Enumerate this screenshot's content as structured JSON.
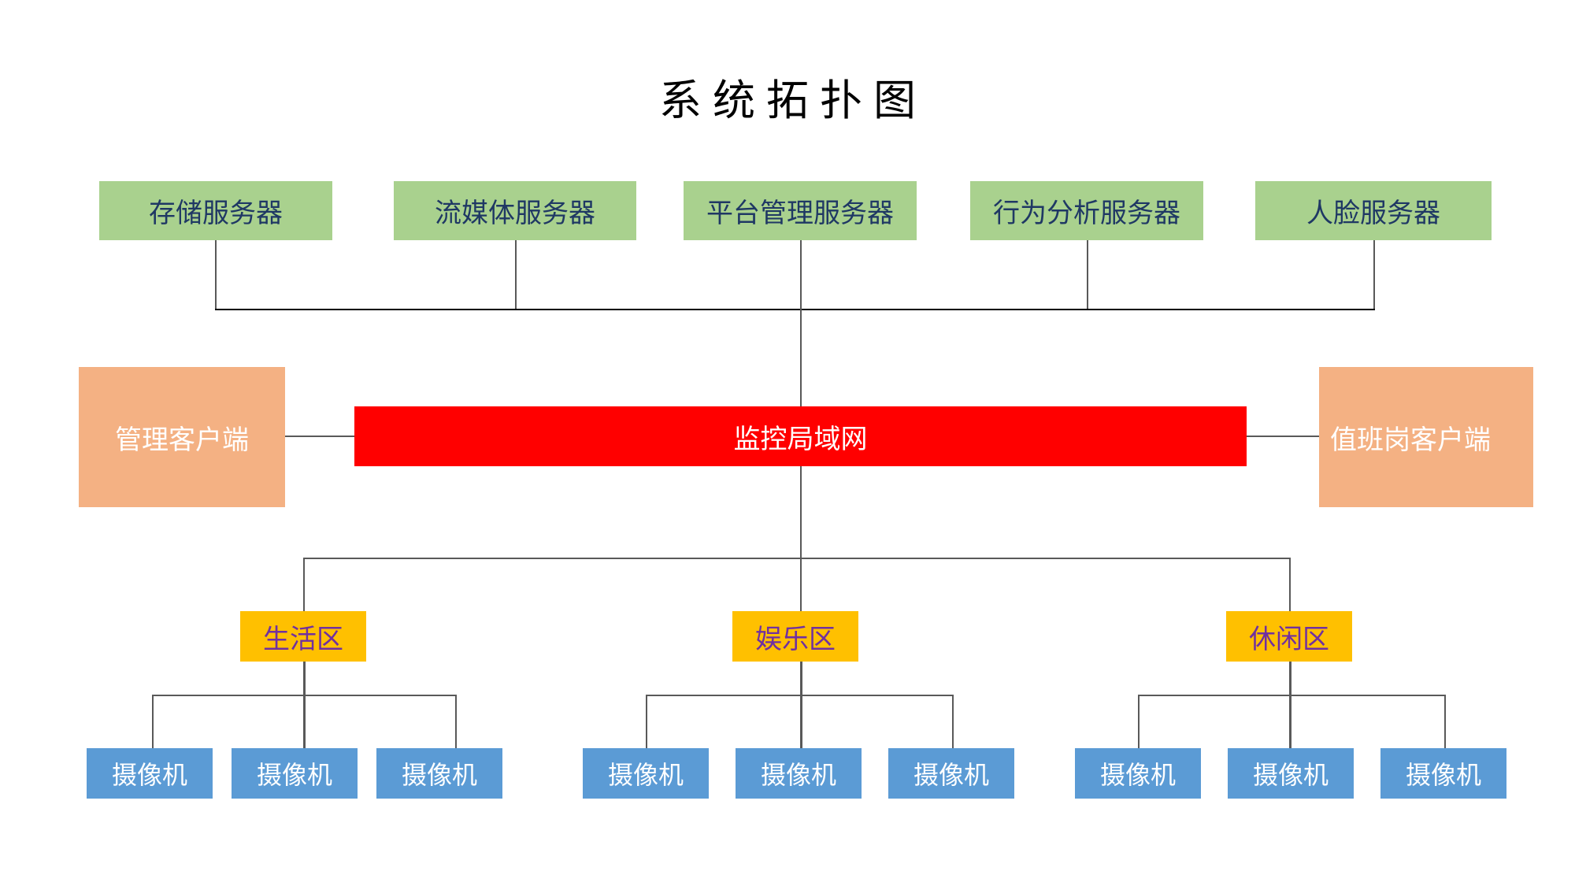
{
  "title": "系统拓扑图",
  "colors": {
    "server_fill": "#a9d18e",
    "server_text": "#1f3864",
    "lan_fill": "#ff0000",
    "lan_text": "#ffffff",
    "client_fill": "#f4b183",
    "client_text": "#ffffff",
    "zone_fill": "#ffc000",
    "zone_text": "#7030a0",
    "camera_fill": "#5b9bd5",
    "camera_text": "#ffffff",
    "connector": "#595959",
    "background": "#ffffff"
  },
  "servers": [
    {
      "label": "存储服务器"
    },
    {
      "label": "流媒体服务器"
    },
    {
      "label": "平台管理服务器"
    },
    {
      "label": "行为分析服务器"
    },
    {
      "label": "人脸服务器"
    }
  ],
  "network": {
    "label": "监控局域网"
  },
  "clients": {
    "left": {
      "label": "管理客户端"
    },
    "right": {
      "label": "值班岗客户端"
    }
  },
  "zones": [
    {
      "label": "生活区",
      "cameras": [
        {
          "label": "摄像机"
        },
        {
          "label": "摄像机"
        },
        {
          "label": "摄像机"
        }
      ]
    },
    {
      "label": "娱乐区",
      "cameras": [
        {
          "label": "摄像机"
        },
        {
          "label": "摄像机"
        },
        {
          "label": "摄像机"
        }
      ]
    },
    {
      "label": "休闲区",
      "cameras": [
        {
          "label": "摄像机"
        },
        {
          "label": "摄像机"
        },
        {
          "label": "摄像机"
        }
      ]
    }
  ]
}
